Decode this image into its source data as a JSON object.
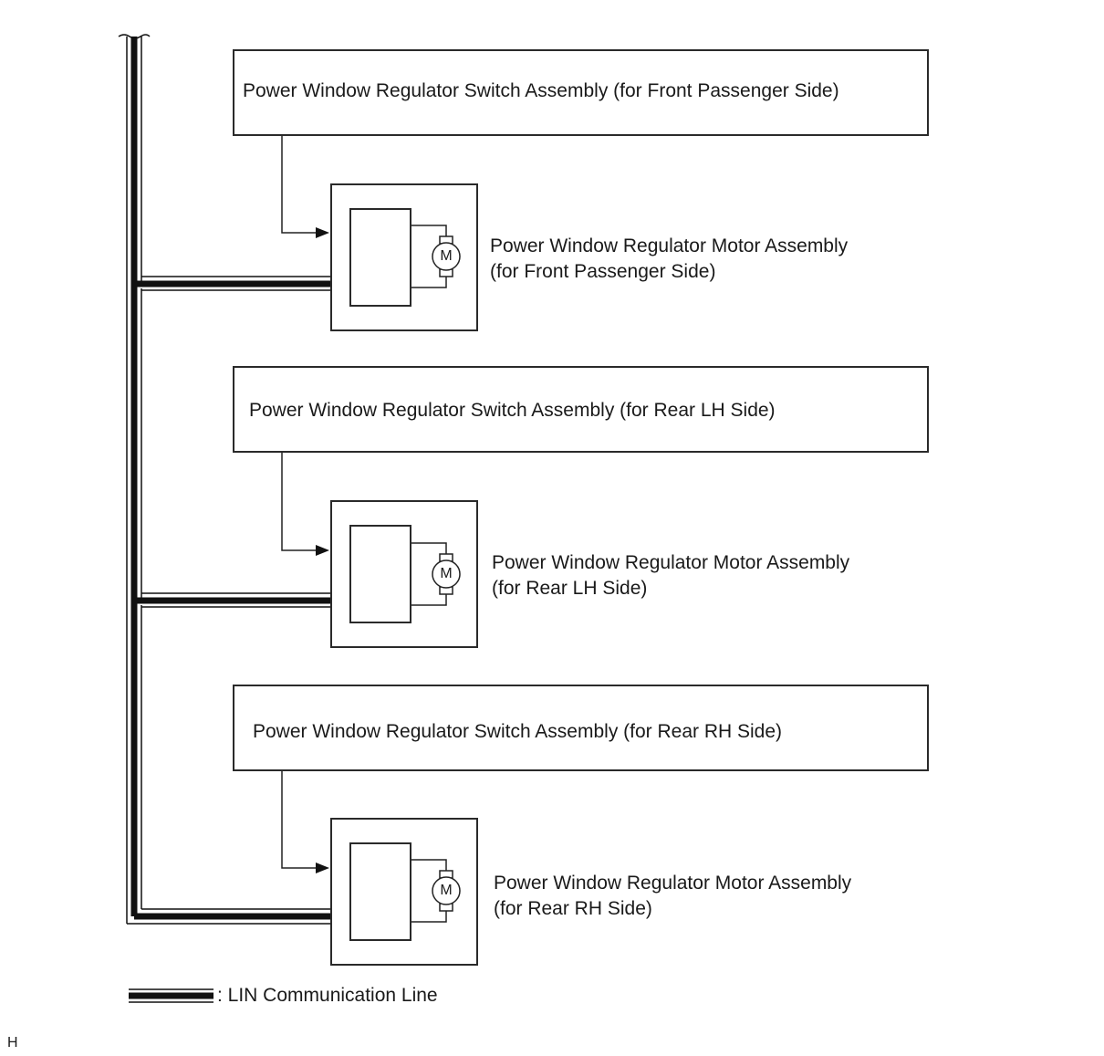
{
  "diagram": {
    "switches": [
      {
        "label": "Power Window Regulator Switch Assembly (for Front Passenger Side)"
      },
      {
        "label": "Power Window Regulator Switch Assembly (for Rear LH Side)"
      },
      {
        "label": "Power Window Regulator Switch Assembly (for Rear RH Side)"
      }
    ],
    "motors": [
      {
        "line1": "Power Window Regulator Motor Assembly",
        "line2": "(for Front Passenger Side)"
      },
      {
        "line1": "Power Window Regulator Motor Assembly",
        "line2": "(for Rear LH Side)"
      },
      {
        "line1": "Power Window Regulator Motor Assembly",
        "line2": "(for Rear RH Side)"
      }
    ],
    "motor_symbol": "M",
    "legend": {
      "label": ": LIN Communication Line"
    },
    "corner_mark": "H"
  }
}
